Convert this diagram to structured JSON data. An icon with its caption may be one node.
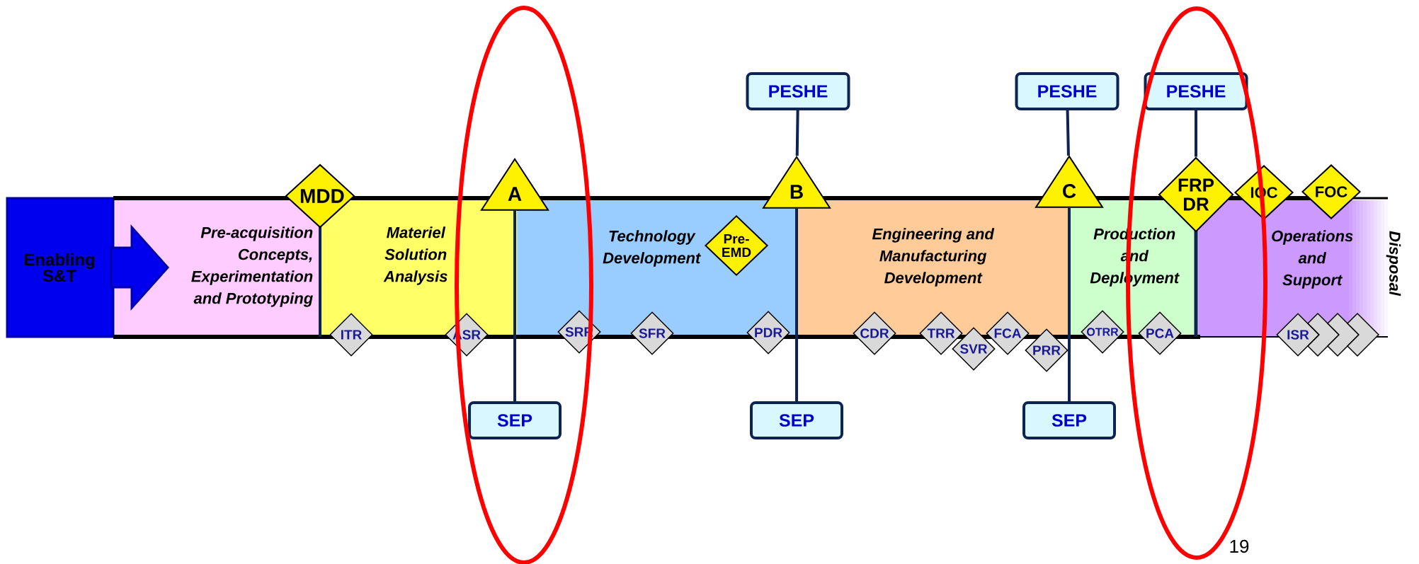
{
  "diagram": {
    "nodes": [
      {
        "text": [
          "Enabling S&T"
        ]
      },
      {
        "text": [
          "Pre-acquisition Concepts, Experimentation and Prototyping"
        ]
      },
      {
        "text": [
          "Materiel Solution Analysis"
        ]
      },
      {
        "text": [
          "Technology Development"
        ]
      },
      {
        "text": [
          "Engineering and Manufacturing Development"
        ]
      },
      {
        "text": [
          "Production and Deployment"
        ]
      },
      {
        "text": [
          "Operations and Support"
        ]
      },
      {
        "text": [
          "Disposal"
        ]
      },
      {
        "text": [
          "MDD"
        ]
      },
      {
        "text": [
          "A"
        ]
      },
      {
        "text": [
          "B"
        ]
      },
      {
        "text": [
          "C"
        ]
      },
      {
        "text": [
          "FRP DR"
        ]
      },
      {
        "text": [
          "IOC"
        ]
      },
      {
        "text": [
          "FOC"
        ]
      },
      {
        "text": [
          "Pre-EMD"
        ],
        "in": 3
      },
      {
        "text": [
          "ITR"
        ]
      },
      {
        "text": [
          "ASR"
        ]
      },
      {
        "text": [
          "SRR"
        ]
      },
      {
        "text": [
          "SFR"
        ]
      },
      {
        "text": [
          "PDR"
        ]
      },
      {
        "text": [
          "CDR"
        ]
      },
      {
        "text": [
          "TRR"
        ]
      },
      {
        "text": [
          "SVR"
        ]
      },
      {
        "text": [
          "FCA"
        ]
      },
      {
        "text": [
          "PRR"
        ]
      },
      {
        "text": [
          "OTRR"
        ]
      },
      {
        "text": [
          "PCA"
        ]
      },
      {
        "text": [
          "ISR"
        ]
      },
      {
        "text": [],
        "shape": "chevron"
      },
      {
        "text": [],
        "shape": "chevron"
      },
      {
        "text": [],
        "shape": "chevron"
      },
      {
        "text": [
          "PESHE"
        ]
      },
      {
        "text": [
          "PESHE"
        ]
      },
      {
        "text": [
          "PESHE"
        ]
      },
      {
        "text": [
          "SEP"
        ]
      },
      {
        "text": [
          "SEP"
        ]
      },
      {
        "text": [
          "SEP"
        ]
      }
    ],
    "edges": [
      {
        "from": 32,
        "to": 10,
        "arrow": "none"
      },
      {
        "from": 33,
        "to": 11,
        "arrow": "none"
      },
      {
        "from": 34,
        "to": 12,
        "arrow": "none"
      },
      {
        "from": 9,
        "to": 35,
        "arrow": "none"
      },
      {
        "from": 10,
        "to": 36,
        "arrow": "none"
      },
      {
        "from": 11,
        "to": 37,
        "arrow": "none"
      }
    ],
    "labels": [
      "19"
    ]
  }
}
